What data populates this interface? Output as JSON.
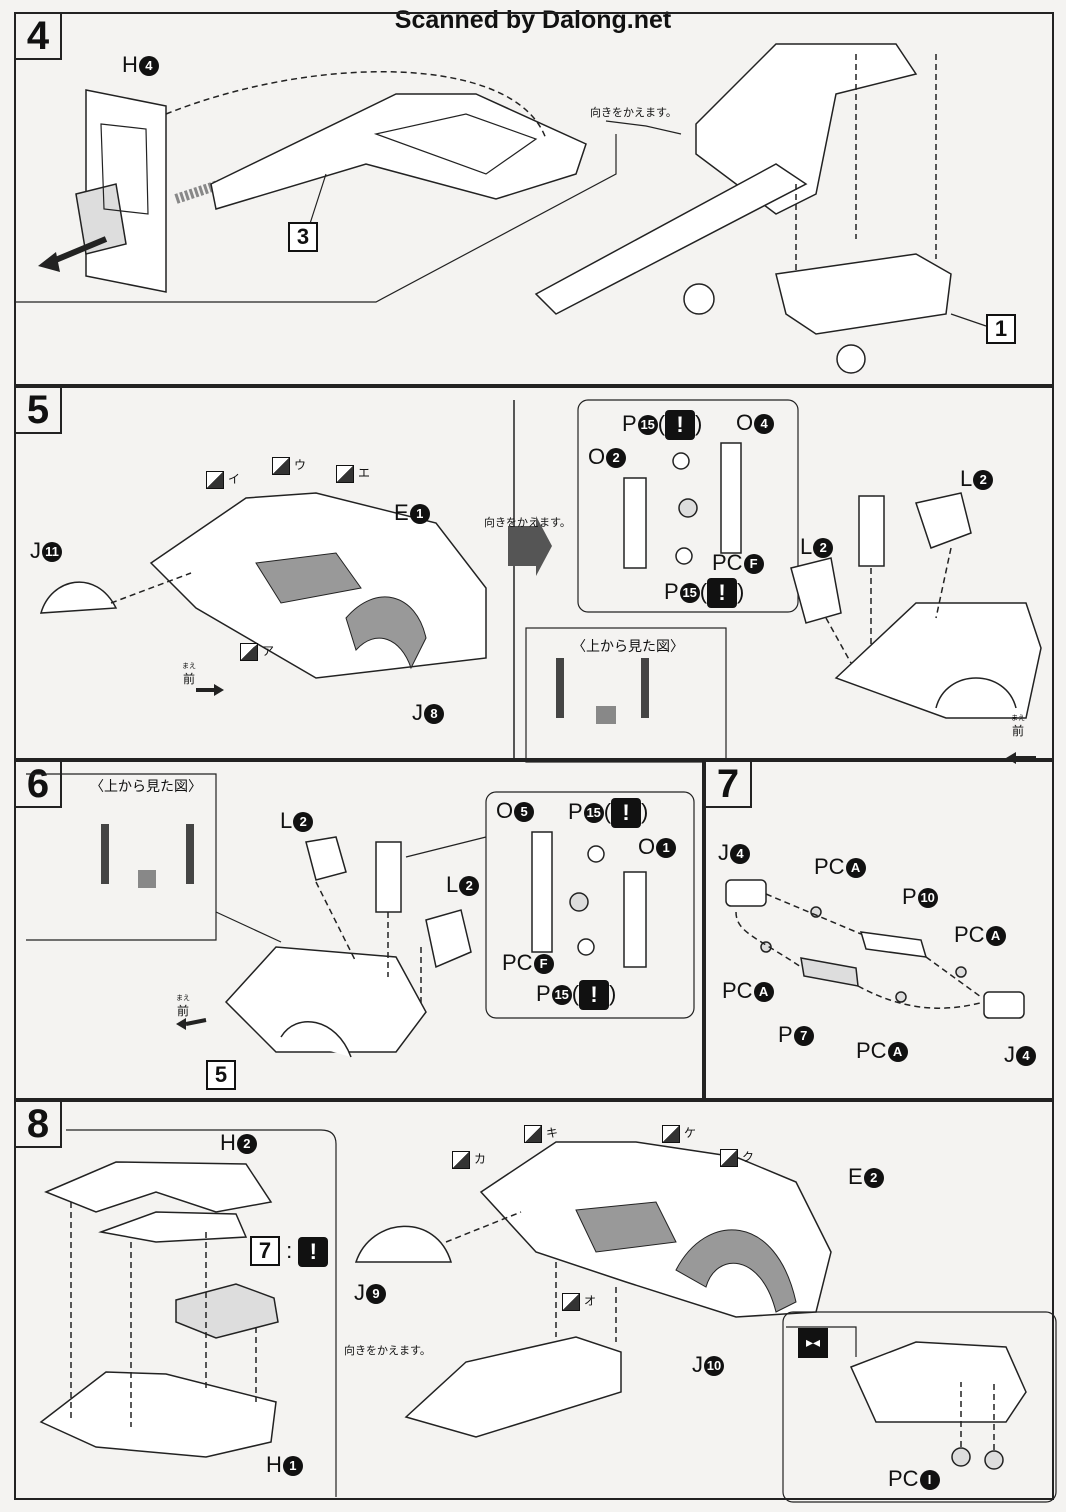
{
  "watermark": "Scanned by Dalong.net",
  "steps": [
    {
      "number": "4"
    },
    {
      "number": "5"
    },
    {
      "number": "6"
    },
    {
      "number": "7"
    },
    {
      "number": "8"
    }
  ],
  "notes": {
    "turn_over": "向きをかえます。",
    "top_view": "〈上から見た図〉",
    "front": "前",
    "front_ruby": "まえ"
  },
  "step4": {
    "labels": [
      {
        "text": "H",
        "num": "4"
      }
    ],
    "ref_a": "3",
    "ref_b": "1"
  },
  "step5": {
    "labels": [
      {
        "text": "J",
        "num": "11"
      },
      {
        "text": "E",
        "num": "1"
      },
      {
        "text": "J",
        "num": "8"
      },
      {
        "text": "O",
        "num": "2"
      },
      {
        "text": "O",
        "num": "4"
      },
      {
        "text": "P",
        "num": "15"
      },
      {
        "text": "PC",
        "num": "F"
      },
      {
        "text": "P",
        "num": "15"
      },
      {
        "text": "L",
        "num": "2"
      },
      {
        "text": "L",
        "num": "2"
      }
    ],
    "seals": [
      "イ",
      "ウ",
      "エ",
      "ア"
    ]
  },
  "step6": {
    "labels": [
      {
        "text": "L",
        "num": "2"
      },
      {
        "text": "L",
        "num": "2"
      },
      {
        "text": "O",
        "num": "5"
      },
      {
        "text": "P",
        "num": "15"
      },
      {
        "text": "O",
        "num": "1"
      },
      {
        "text": "PC",
        "num": "F"
      },
      {
        "text": "P",
        "num": "15"
      }
    ],
    "ref": "5"
  },
  "step7": {
    "labels": [
      {
        "text": "J",
        "num": "4"
      },
      {
        "text": "PC",
        "num": "A"
      },
      {
        "text": "P",
        "num": "10"
      },
      {
        "text": "PC",
        "num": "A"
      },
      {
        "text": "PC",
        "num": "A"
      },
      {
        "text": "P",
        "num": "7"
      },
      {
        "text": "PC",
        "num": "A"
      },
      {
        "text": "J",
        "num": "4"
      }
    ]
  },
  "step8": {
    "labels": [
      {
        "text": "H",
        "num": "2"
      },
      {
        "text": "H",
        "num": "1"
      },
      {
        "text": "E",
        "num": "2"
      },
      {
        "text": "J",
        "num": "9"
      },
      {
        "text": "J",
        "num": "10"
      },
      {
        "text": "PC",
        "num": "I"
      }
    ],
    "ref": "7",
    "seals": [
      "カ",
      "キ",
      "ケ",
      "ク",
      "オ"
    ]
  }
}
